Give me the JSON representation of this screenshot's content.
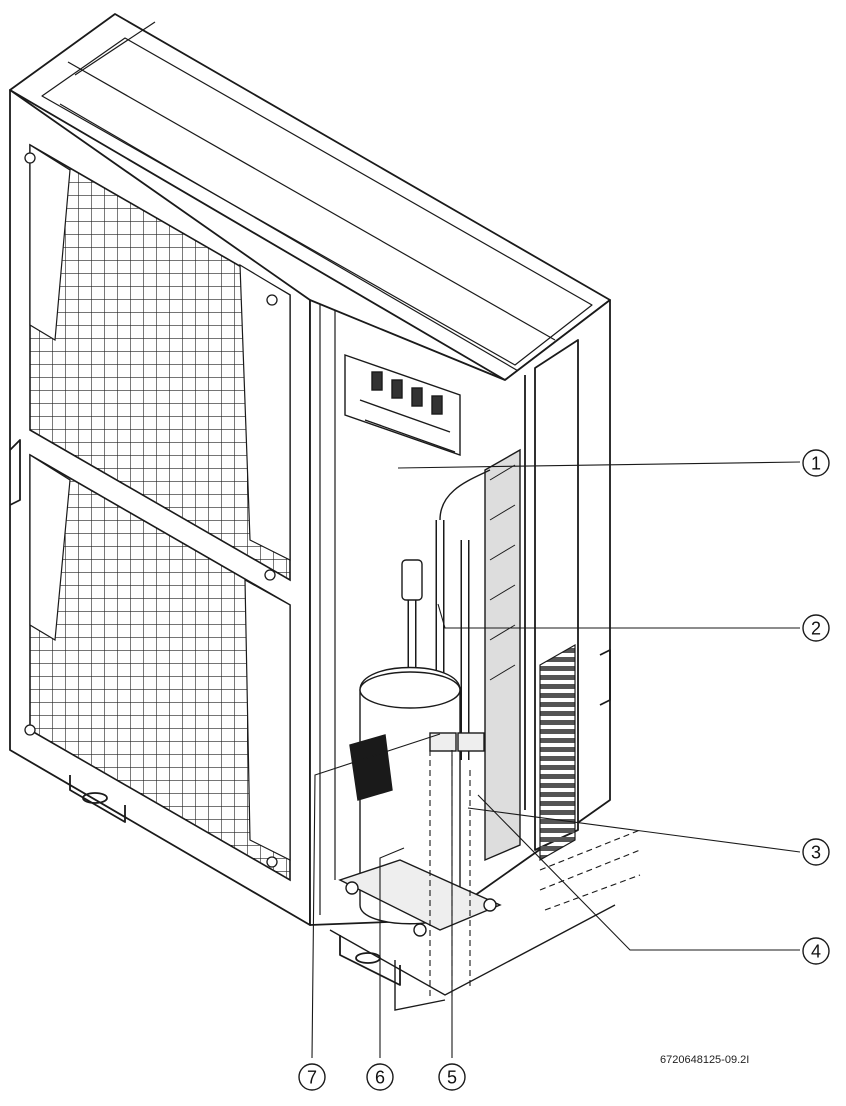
{
  "callouts": [
    {
      "id": "1",
      "label": "1"
    },
    {
      "id": "2",
      "label": "2"
    },
    {
      "id": "3",
      "label": "3"
    },
    {
      "id": "4",
      "label": "4"
    },
    {
      "id": "5",
      "label": "5"
    },
    {
      "id": "6",
      "label": "6"
    },
    {
      "id": "7",
      "label": "7"
    }
  ],
  "figure_code": "6720648125-09.2I",
  "colors": {
    "line": "#1a1a1a",
    "fill": "#ffffff",
    "shade": "#e6e6e6"
  }
}
